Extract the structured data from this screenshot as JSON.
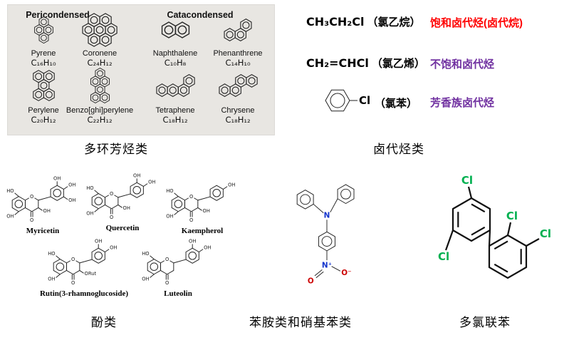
{
  "sections": {
    "pah_label": "多环芳烃类",
    "halide_label": "卤代烃类",
    "phenol_label": "酚类",
    "amine_label": "苯胺类和硝基苯类",
    "pcb_label": "多氯联苯"
  },
  "pah_panel": {
    "col1_header": "Pericondensed",
    "col2_header": "Catacondensed",
    "compounds": [
      {
        "name": "Pyrene",
        "formula": "C₁₆H₁₀"
      },
      {
        "name": "Coronene",
        "formula": "C₂₄H₁₂"
      },
      {
        "name": "Naphthalene",
        "formula": "C₁₀H₈"
      },
      {
        "name": "Phenanthrene",
        "formula": "C₁₄H₁₀"
      },
      {
        "name": "Perylene",
        "formula": "C₂₀H₁₂"
      },
      {
        "name": "Benzo[ghi]perylene",
        "formula": "C₂₂H₁₂"
      },
      {
        "name": "Tetraphene",
        "formula": "C₁₈H₁₂"
      },
      {
        "name": "Chrysene",
        "formula": "C₁₈H₁₂"
      }
    ]
  },
  "halides": {
    "rows": [
      {
        "formula": "CH₃CH₂Cl",
        "cn_name": "（氯乙烷）",
        "class_name": "饱和卤代烃(卤代烷)"
      },
      {
        "formula": "CH₂=CHCl",
        "cn_name": "（氯乙烯）",
        "class_name": "不饱和卤代烃"
      },
      {
        "formula": "Cl",
        "cn_name": "（氯苯）",
        "class_name": "芳香族卤代烃"
      }
    ]
  },
  "phenols": {
    "compounds": [
      "Myricetin",
      "Quercetin",
      "Kaempherol",
      "Rutin(3-rhamnoglucoside)",
      "Luteolin"
    ]
  },
  "atoms": {
    "oxygen": "O",
    "hydroxyl": "OH",
    "hydroxyl_ho": "HO",
    "o_rut": "ORut",
    "chlorine": "Cl",
    "nitrogen": "N",
    "nitro_n": "N⁺",
    "nitro_o": "O",
    "nitro_o_minus": "O⁻"
  },
  "colors": {
    "saturated": "#ff0000",
    "unsaturated": "#7030a0",
    "aromatic": "#7030a0",
    "chlorine_green": "#00b050",
    "nitrogen_blue": "#1133cc",
    "oxygen_red": "#cc0000",
    "panel_bg": "#e8e6e2"
  }
}
